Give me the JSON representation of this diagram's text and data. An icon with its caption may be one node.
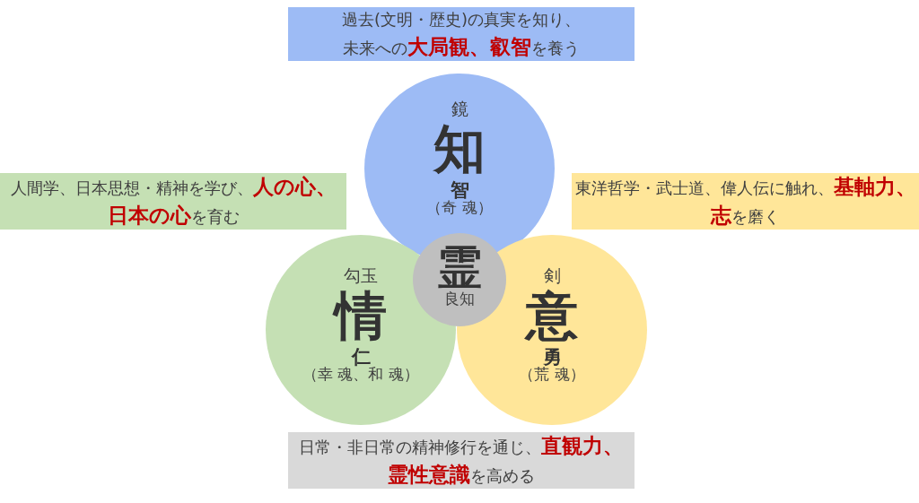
{
  "diagram": {
    "nodes": [
      {
        "text": [
          "過去(文明・歴史)の真実を知り、未来への**大局観、叡智**を養う"
        ]
      },
      {
        "text": [
          "鏡",
          "知",
          "智",
          "（奇 魂）"
        ]
      },
      {
        "text": [
          "人間学、日本思想・精神を学び、**人の心、日本の心**を育む"
        ]
      },
      {
        "text": [
          "東洋哲学・武士道、偉人伝に触れ、**基軸力、志**を磨く"
        ]
      },
      {
        "text": [
          "勾玉",
          "情",
          "仁",
          "（幸 魂、和 魂）"
        ]
      },
      {
        "text": [
          "霊",
          "良知"
        ]
      },
      {
        "text": [
          "剣",
          "意",
          "勇",
          "（荒 魂）"
        ]
      },
      {
        "text": [
          "日常・非日常の精神修行を通じ、**直観力、霊性意識**を高める"
        ]
      }
    ],
    "edges": []
  }
}
